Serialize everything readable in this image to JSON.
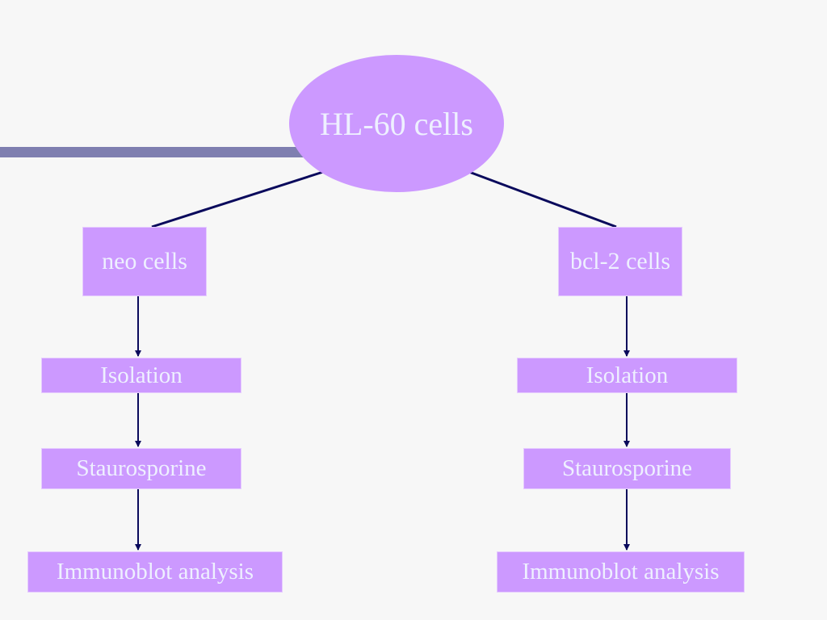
{
  "diagram": {
    "root": {
      "label": "HL-60 cells"
    },
    "branches": [
      {
        "id": "left",
        "label": "neo cells",
        "steps": [
          "Isolation",
          "Staurosporine",
          "Immunoblot analysis"
        ]
      },
      {
        "id": "right",
        "label": "bcl-2 cells",
        "steps": [
          "Isolation",
          "Staurosporine",
          "Immunoblot analysis"
        ]
      }
    ]
  },
  "colors": {
    "node_fill": "#cc99ff",
    "node_text": "#eef0ff",
    "connector": "#0a0a5c",
    "header_bar": "#7f7fb0",
    "background": "#f7f7f7"
  }
}
